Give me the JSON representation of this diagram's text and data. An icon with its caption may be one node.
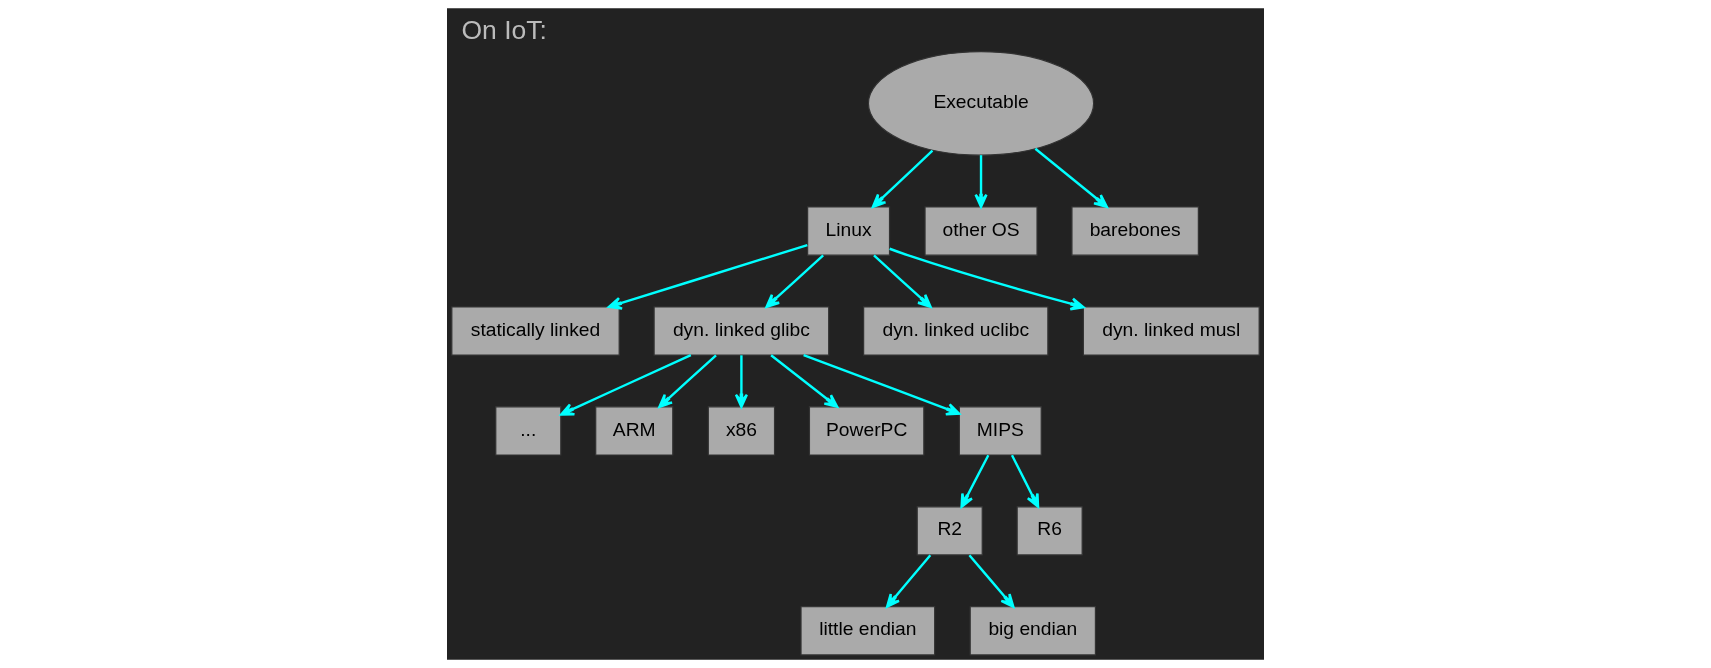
{
  "diagram": {
    "title": "On IoT:",
    "nodes": [
      {
        "text": [
          "Executable"
        ]
      },
      {
        "text": [
          "Linux"
        ]
      },
      {
        "text": [
          "other OS"
        ]
      },
      {
        "text": [
          "barebones"
        ]
      },
      {
        "text": [
          "statically linked"
        ]
      },
      {
        "text": [
          "dyn. linked glibc"
        ]
      },
      {
        "text": [
          "dyn. linked uclibc"
        ]
      },
      {
        "text": [
          "dyn. linked musl"
        ]
      },
      {
        "text": [
          "..."
        ]
      },
      {
        "text": [
          "ARM"
        ]
      },
      {
        "text": [
          "x86"
        ]
      },
      {
        "text": [
          "PowerPC"
        ]
      },
      {
        "text": [
          "MIPS"
        ]
      },
      {
        "text": [
          "R2"
        ]
      },
      {
        "text": [
          "R6"
        ]
      },
      {
        "text": [
          "little endian"
        ]
      },
      {
        "text": [
          "big endian"
        ]
      }
    ],
    "edges": [
      {
        "from": 0,
        "to": 1,
        "arrow": "to"
      },
      {
        "from": 0,
        "to": 2,
        "arrow": "to"
      },
      {
        "from": 0,
        "to": 3,
        "arrow": "to"
      },
      {
        "from": 1,
        "to": 4,
        "arrow": "to"
      },
      {
        "from": 1,
        "to": 5,
        "arrow": "to"
      },
      {
        "from": 1,
        "to": 6,
        "arrow": "to"
      },
      {
        "from": 1,
        "to": 7,
        "arrow": "to"
      },
      {
        "from": 5,
        "to": 8,
        "arrow": "to"
      },
      {
        "from": 5,
        "to": 9,
        "arrow": "to"
      },
      {
        "from": 5,
        "to": 10,
        "arrow": "to"
      },
      {
        "from": 5,
        "to": 11,
        "arrow": "to"
      },
      {
        "from": 5,
        "to": 12,
        "arrow": "to"
      },
      {
        "from": 12,
        "to": 13,
        "arrow": "to"
      },
      {
        "from": 12,
        "to": 14,
        "arrow": "to"
      },
      {
        "from": 13,
        "to": 15,
        "arrow": "to"
      },
      {
        "from": 13,
        "to": 16,
        "arrow": "to"
      }
    ]
  }
}
